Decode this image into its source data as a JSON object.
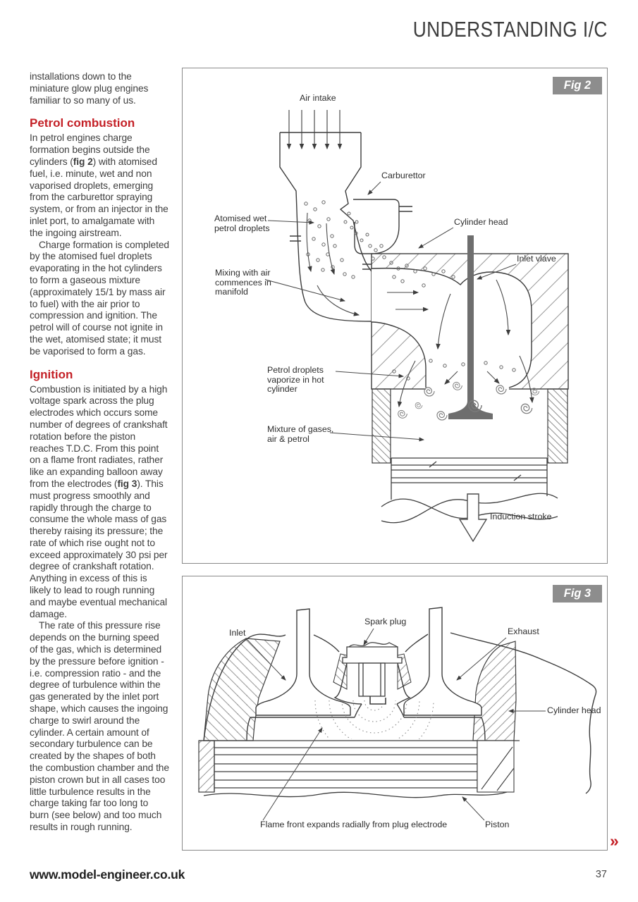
{
  "header": {
    "title": "UNDERSTANDING I/C"
  },
  "article": {
    "intro_runs": [
      {
        "t": "installations down to the miniature glow plug engines familiar to so many of us."
      }
    ],
    "sections": [
      {
        "heading": "Petrol combustion",
        "paras": [
          {
            "runs": [
              {
                "t": "In petrol engines charge formation begins outside the cylinders ("
              },
              {
                "t": "fig 2",
                "b": true
              },
              {
                "t": ") with atomised fuel, i.e. minute, wet and non vaporised droplets, emerging from the carburettor spraying system, or from an injector in the inlet port, to amalgamate with the ingoing airstream."
              }
            ]
          },
          {
            "runs": [
              {
                "t": "Charge formation is completed by the atomised fuel droplets evaporating in the hot cylinders to form a gaseous mixture (approximately 15/1 by mass air to fuel) with the air prior to compression and ignition. The petrol will of course not ignite in the wet, atomised state; it must be vaporised to form a gas."
              }
            ]
          }
        ]
      },
      {
        "heading": "Ignition",
        "paras": [
          {
            "runs": [
              {
                "t": "Combustion is initiated by a high voltage spark across the plug electrodes which occurs some number of degrees of crankshaft rotation before the piston reaches T.D.C. From this point on a flame front radiates, rather like an expanding balloon away from the electrodes ("
              },
              {
                "t": "fig 3",
                "b": true
              },
              {
                "t": "). This must progress smoothly and rapidly through the charge to consume the whole mass of gas thereby raising its pressure; the rate of which rise ought not to exceed approximately 30 psi per degree of crankshaft rotation. Anything in excess of this is likely to lead to rough running and maybe eventual mechanical damage."
              }
            ]
          },
          {
            "runs": [
              {
                "t": "The rate of this pressure rise depends on the burning speed of the gas, which is determined by the pressure before ignition - i.e. compression ratio - and the degree of turbulence within the gas generated by the inlet port shape, which causes the ingoing charge to swirl around the cylinder. A certain amount of secondary turbulence can be created by the shapes of both the combustion chamber and the piston crown but in all cases too little turbulence results in the charge taking far too long to burn (see below) and too much results in rough running."
              }
            ]
          }
        ]
      }
    ]
  },
  "figures": {
    "fig2": {
      "badge": "Fig 2",
      "labels": {
        "air_intake": "Air intake",
        "carburettor": "Carburettor",
        "atomised": "Atomised wet\npetrol droplets",
        "cylinder_head": "Cylinder head",
        "inlet_valve": "Inlet vlave",
        "mixing": "Mixing with air\ncommences in\nmanifold",
        "vaporize": "Petrol droplets\nvaporize in hot\ncylinder",
        "mixture": "Mixture of gases,\nair & petrol",
        "induction": "Induction stroke"
      }
    },
    "fig3": {
      "badge": "Fig 3",
      "labels": {
        "spark_plug": "Spark plug",
        "inlet": "Inlet",
        "exhaust": "Exhaust",
        "cylinder_head": "Cylinder head",
        "flame": "Flame front expands radially from plug electrode",
        "piston": "Piston"
      }
    }
  },
  "footer": {
    "website": "www.model-engineer.co.uk",
    "page_number": "37",
    "more_indicator": "»"
  },
  "colors": {
    "accent_red": "#c42127",
    "badge_gray": "#8d8d8d",
    "body_text": "#3e3e3e"
  }
}
